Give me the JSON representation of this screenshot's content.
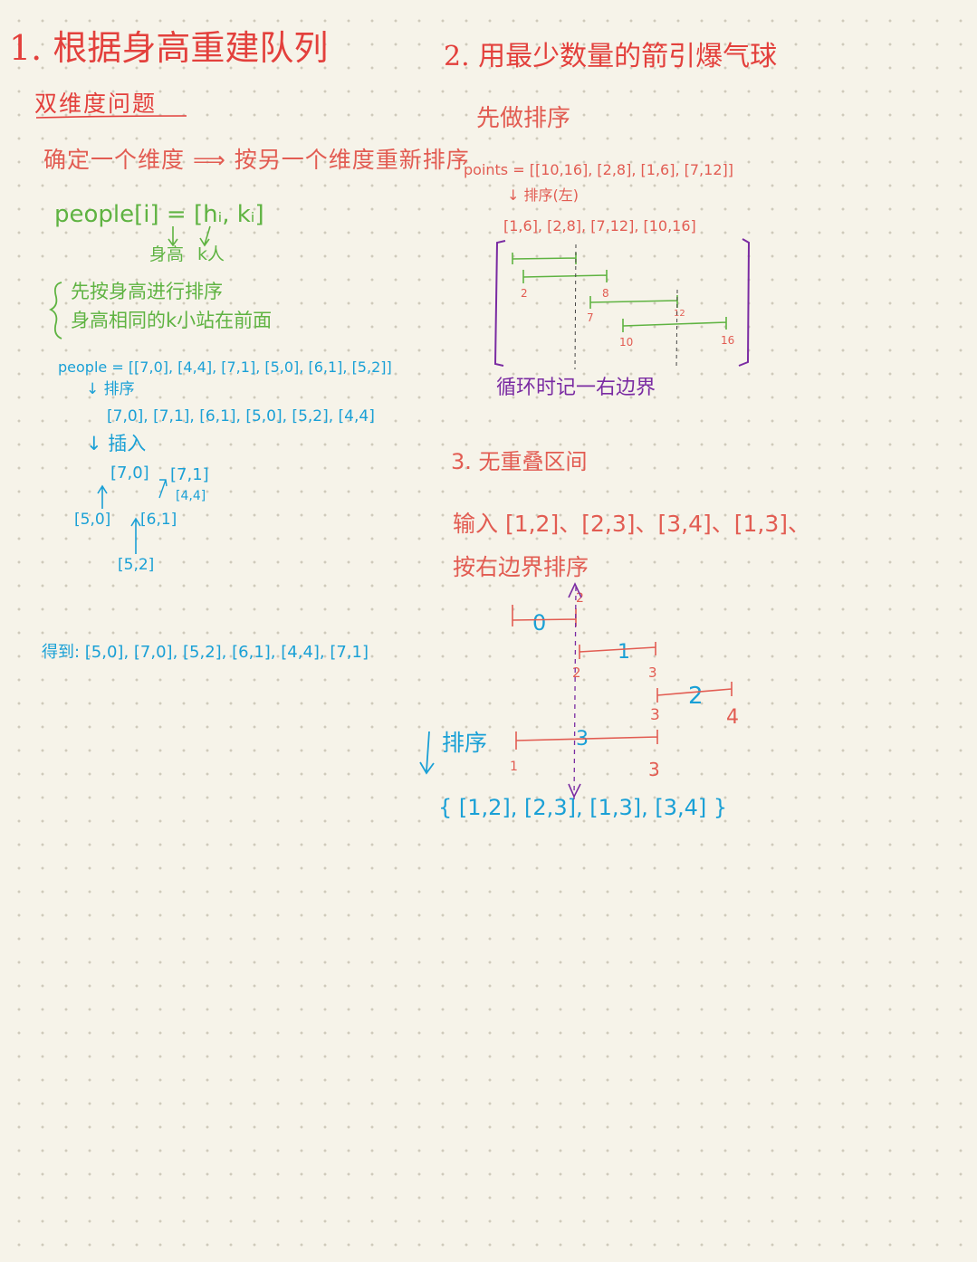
{
  "colors": {
    "paper": "#f6f3e9",
    "dots": "#cfcabb",
    "red": "#e3403c",
    "salmon": "#e25c52",
    "green": "#5fb342",
    "blue": "#1aa0d6",
    "purple": "#7a2ba2"
  },
  "section1": {
    "title": "1. 根据身高重建队列",
    "subtitle": "双维度问题",
    "idea": "确定一个维度 ⟹ 按另一个维度重新排序",
    "formula": "people[i] = [hᵢ, kᵢ]",
    "label_height": "身高",
    "label_count": "k人",
    "rule1": "先按身高进行排序",
    "rule2": "身高相同的k小站在前面",
    "people": "people = [[7,0], [4,4], [7,1], [5,0], [6,1], [5,2]]",
    "sort_label": "↓ 排序",
    "sorted": "[7,0], [7,1], [6,1], [5,0], [5,2], [4,4]",
    "insert_label": "↓ 插入",
    "ins_70": "[7,0]",
    "ins_71": "[7,1]",
    "ins_44": "[4,4]",
    "ins_50": "[5,0]",
    "ins_61": "[6,1]",
    "ins_52": "[5,2]",
    "result": "得到: [5,0], [7,0], [5,2], [6,1], [4,4], [7,1]"
  },
  "section2": {
    "title": "2. 用最少数量的箭引爆气球",
    "step": "先做排序",
    "points": "points = [[10,16], [2,8], [1,6], [7,12]]",
    "sort_label": "↓ 排序(左)",
    "sorted": "[1,6], [2,8], [7,12], [10,16]",
    "tick_2": "2",
    "tick_8": "8",
    "tick_7": "7",
    "tick_12": "12",
    "tick_10": "10",
    "tick_16": "16",
    "note": "循环时记一右边界"
  },
  "section3": {
    "title": "3. 无重叠区间",
    "input": "输入 [1,2]、[2,3]、[3,4]、[1,3]、",
    "step": "按右边界排序",
    "seg0": "0",
    "seg1": "1",
    "seg2": "2",
    "seg3": "3",
    "tick_2a": "2",
    "tick_2b": "2",
    "tick_3a": "3",
    "tick_3b": "3",
    "tick_4": "4",
    "tick_3c": "3",
    "tick_1": "1",
    "sort_label": "排序",
    "sorted": "{ [1,2], [2,3], [1,3], [3,4] }"
  }
}
